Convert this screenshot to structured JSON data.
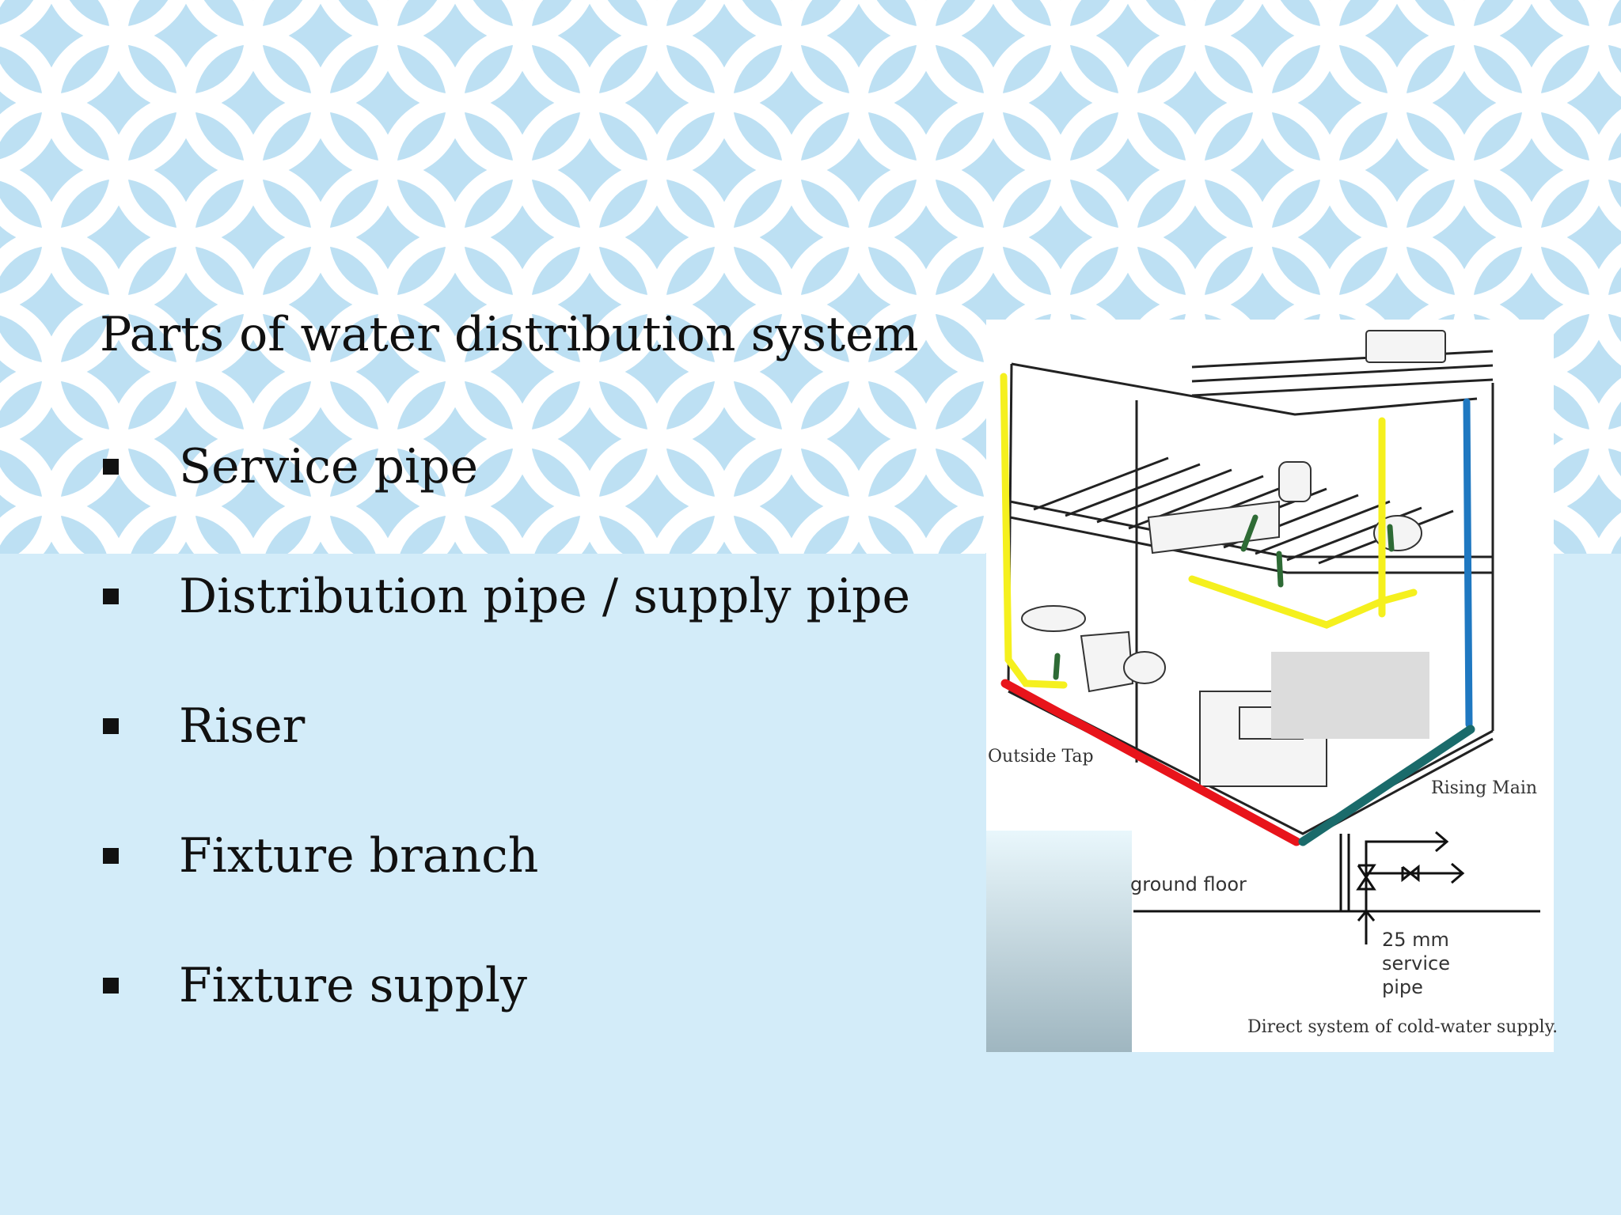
{
  "slide": {
    "title": "Parts of water distribution system",
    "bullets": [
      "Service pipe",
      "Distribution pipe / supply pipe",
      "Riser",
      "Fixture branch",
      "Fixture supply"
    ]
  },
  "figure": {
    "labels": {
      "outside_tap": "Outside Tap",
      "rising_main": "Rising Main",
      "ground_floor": "ground floor",
      "service_pipe_size": "25 mm",
      "service_pipe_l1": "service",
      "service_pipe_l2": "pipe",
      "caption": "Direct system of cold-water supply."
    },
    "colors": {
      "service_pipe": "#e8141b",
      "distribution_pipe": "#1a6b6b",
      "riser": "#1f78c1",
      "fixture_branch": "#f5f01e",
      "fixture_supply": "#2e6b35"
    }
  },
  "theme": {
    "background": "#d3ecf9",
    "pattern": "#ffffff"
  }
}
